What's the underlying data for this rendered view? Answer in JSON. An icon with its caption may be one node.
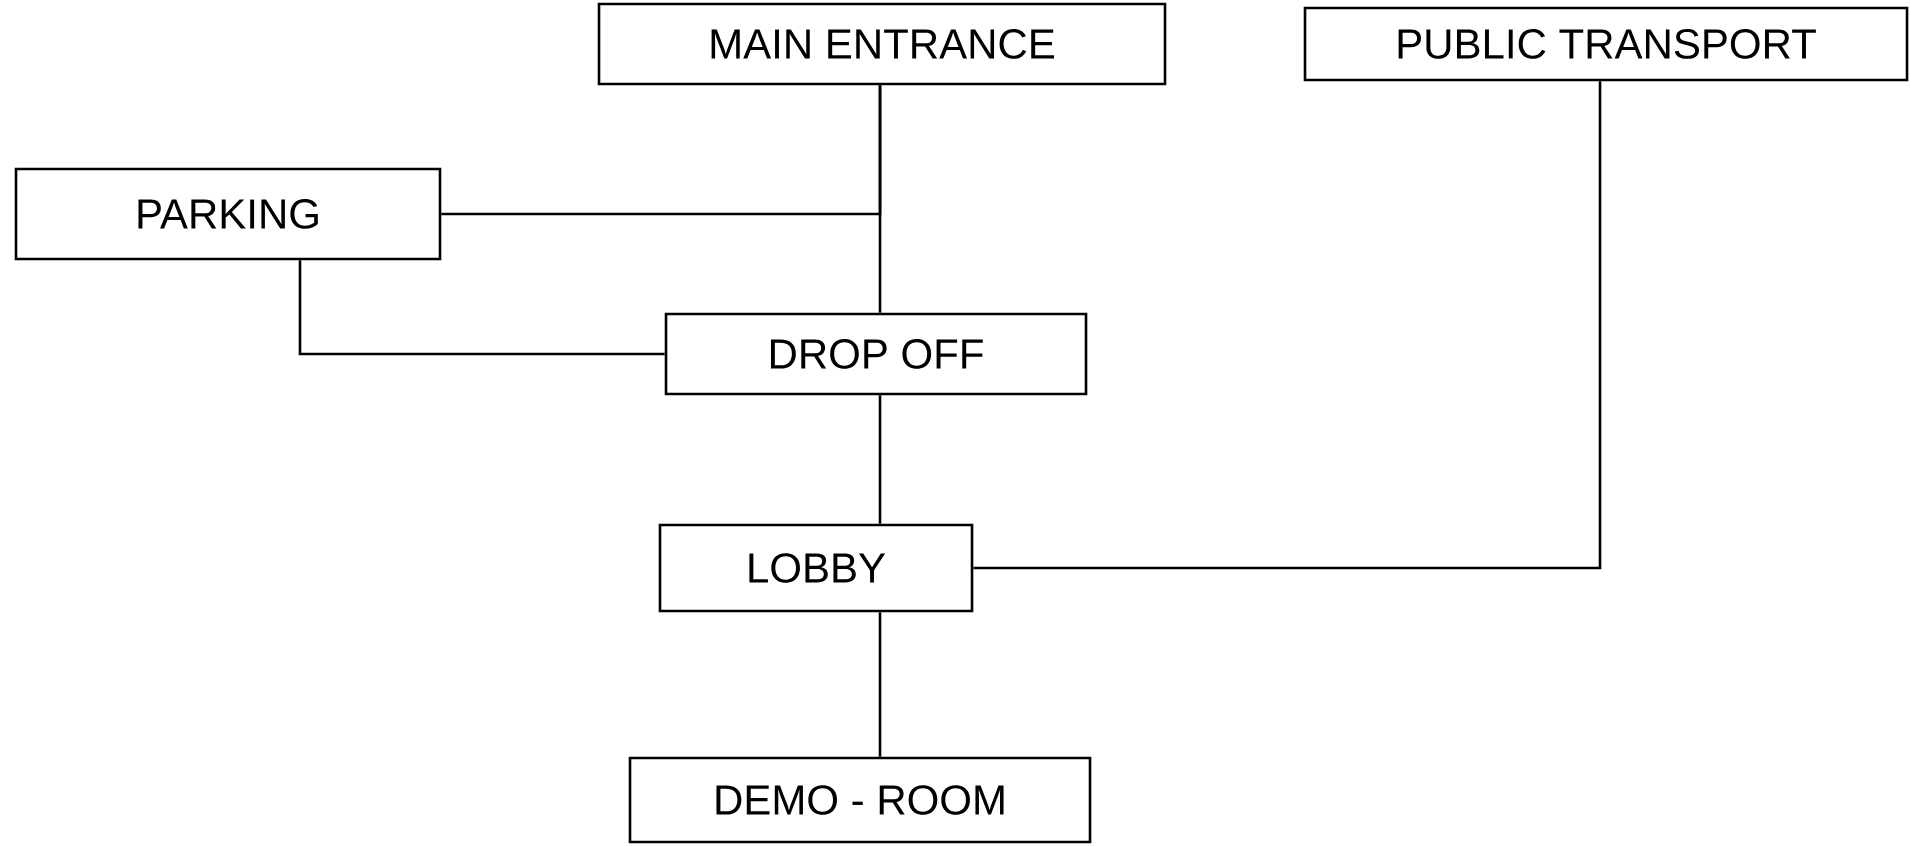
{
  "diagram": {
    "nodes": [
      {
        "text": [
          "MAIN ENTRANCE"
        ]
      },
      {
        "text": [
          "PUBLIC TRANSPORT"
        ]
      },
      {
        "text": [
          "PARKING"
        ]
      },
      {
        "text": [
          "DROP OFF"
        ]
      },
      {
        "text": [
          "LOBBY"
        ]
      },
      {
        "text": [
          "DEMO - ROOM"
        ]
      }
    ],
    "edges": [
      {
        "from": 0,
        "to": 3,
        "arrow": "none"
      },
      {
        "from": 2,
        "to": 0,
        "arrow": "none"
      },
      {
        "from": 2,
        "to": 3,
        "arrow": "none"
      },
      {
        "from": 3,
        "to": 4,
        "arrow": "none"
      },
      {
        "from": 1,
        "to": 4,
        "arrow": "none"
      },
      {
        "from": 4,
        "to": 5,
        "arrow": "none"
      }
    ]
  }
}
